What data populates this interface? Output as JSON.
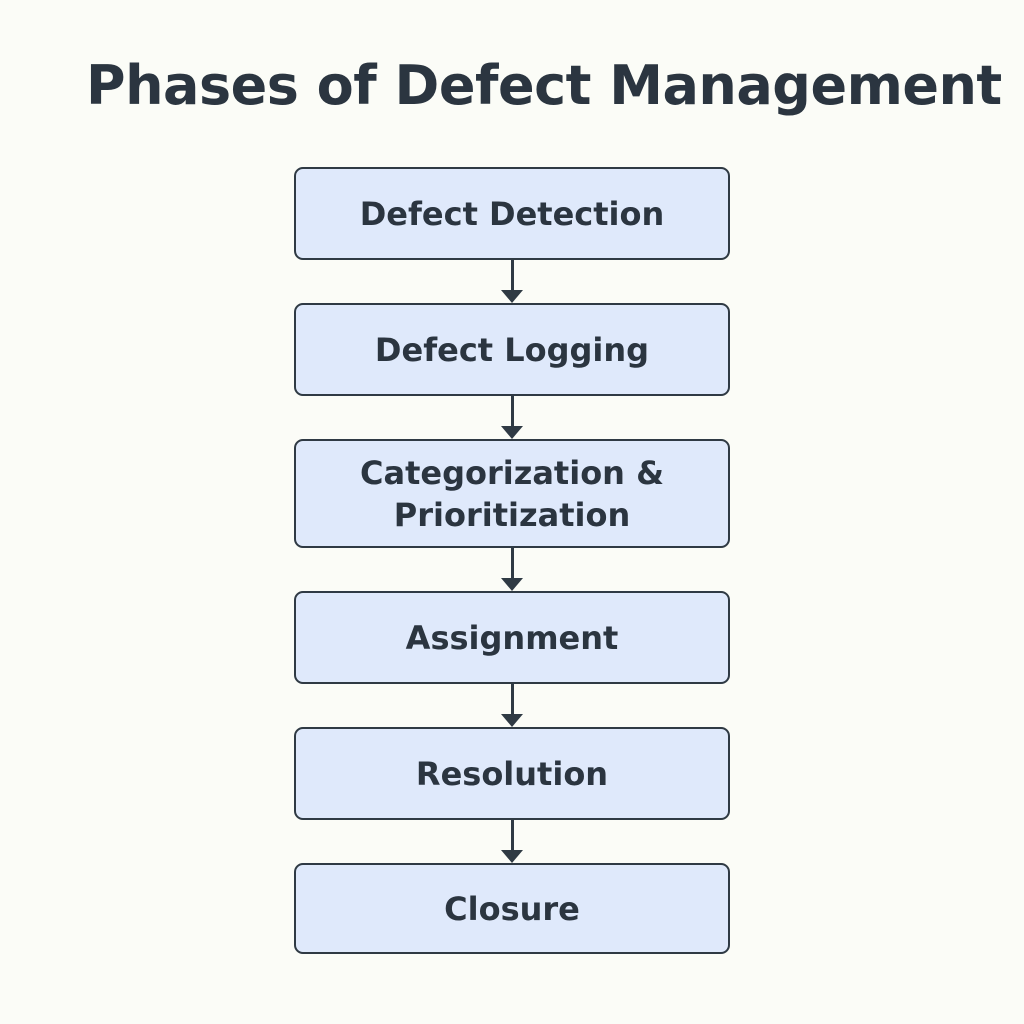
{
  "title": "Phases of Defect Management",
  "colors": {
    "background": "#fbfcf7",
    "box_fill": "#dfe9fb",
    "box_border": "#2f3a44",
    "text": "#2b3540"
  },
  "steps": [
    {
      "label": "Defect Detection"
    },
    {
      "label": "Defect Logging"
    },
    {
      "label": "Categorization &\nPrioritization"
    },
    {
      "label": "Assignment"
    },
    {
      "label": "Resolution"
    },
    {
      "label": "Closure"
    }
  ]
}
